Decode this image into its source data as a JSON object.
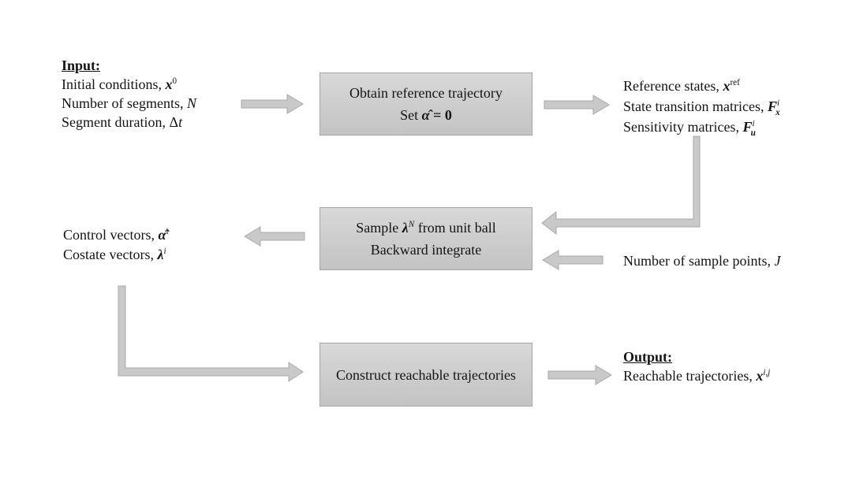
{
  "input": {
    "heading": "Input:",
    "line1": "Initial conditions, <b><i>x</i></b><sup>0</sup>",
    "line2": "Number of segments, <i>N</i>",
    "line3": "Segment duration, Δ<i>t</i>"
  },
  "reference_box": {
    "line1": "Obtain reference trajectory",
    "line2": "Set <b><i>α̂</i></b> <b>= 0</b>"
  },
  "reference_outputs": {
    "line1": "Reference states, <b><i>x</i></b><sup>ref</sup>",
    "line2": "State transition matrices, <b><i>F</i></b><sup><i>i</i></sup><sub><b><i>x</i></b></sub>",
    "line3": "Sensitivity matrices, <b><i>F</i></b><sup><i>i</i></sup><sub><b><i>u</i></b></sub>"
  },
  "sample_box": {
    "line1": "Sample <b><i>λ</i></b><sup><i>N</i></sup> from unit ball",
    "line2": "Backward integrate"
  },
  "sample_outputs": {
    "line1": "Control vectors, <b><i>α̂</i></b><sup>i</sup>",
    "line2": "Costate vectors, <b><i>λ</i></b><sup><i>i</i></sup>"
  },
  "sample_points": {
    "label": "Number of sample points, <i>J</i>"
  },
  "construct_box": {
    "line1": "Construct reachable trajectories"
  },
  "output": {
    "heading": "Output:",
    "line1": "Reachable trajectories, <b><i>x</i></b><sup><i>i,j</i></sup>"
  },
  "connectors": [
    {
      "name": "arrow-input-to-reference-box",
      "direction": "right"
    },
    {
      "name": "arrow-reference-box-to-reference-outputs",
      "direction": "right"
    },
    {
      "name": "arrow-reference-outputs-to-sample-box",
      "direction": "down-then-left"
    },
    {
      "name": "arrow-sample-box-to-sample-outputs",
      "direction": "left"
    },
    {
      "name": "arrow-sample-points-to-sample-box",
      "direction": "left"
    },
    {
      "name": "arrow-sample-outputs-to-construct-box",
      "direction": "down-then-right"
    },
    {
      "name": "arrow-construct-box-to-output",
      "direction": "right"
    }
  ],
  "colors": {
    "background": "#ffffff",
    "text": "#141414",
    "box_fill_top": "#d9d9d9",
    "box_fill_bottom": "#c4c4c4",
    "box_border": "#a5a5a5",
    "arrow_fill": "#c9c9c9",
    "arrow_border": "#a8a8a8"
  }
}
